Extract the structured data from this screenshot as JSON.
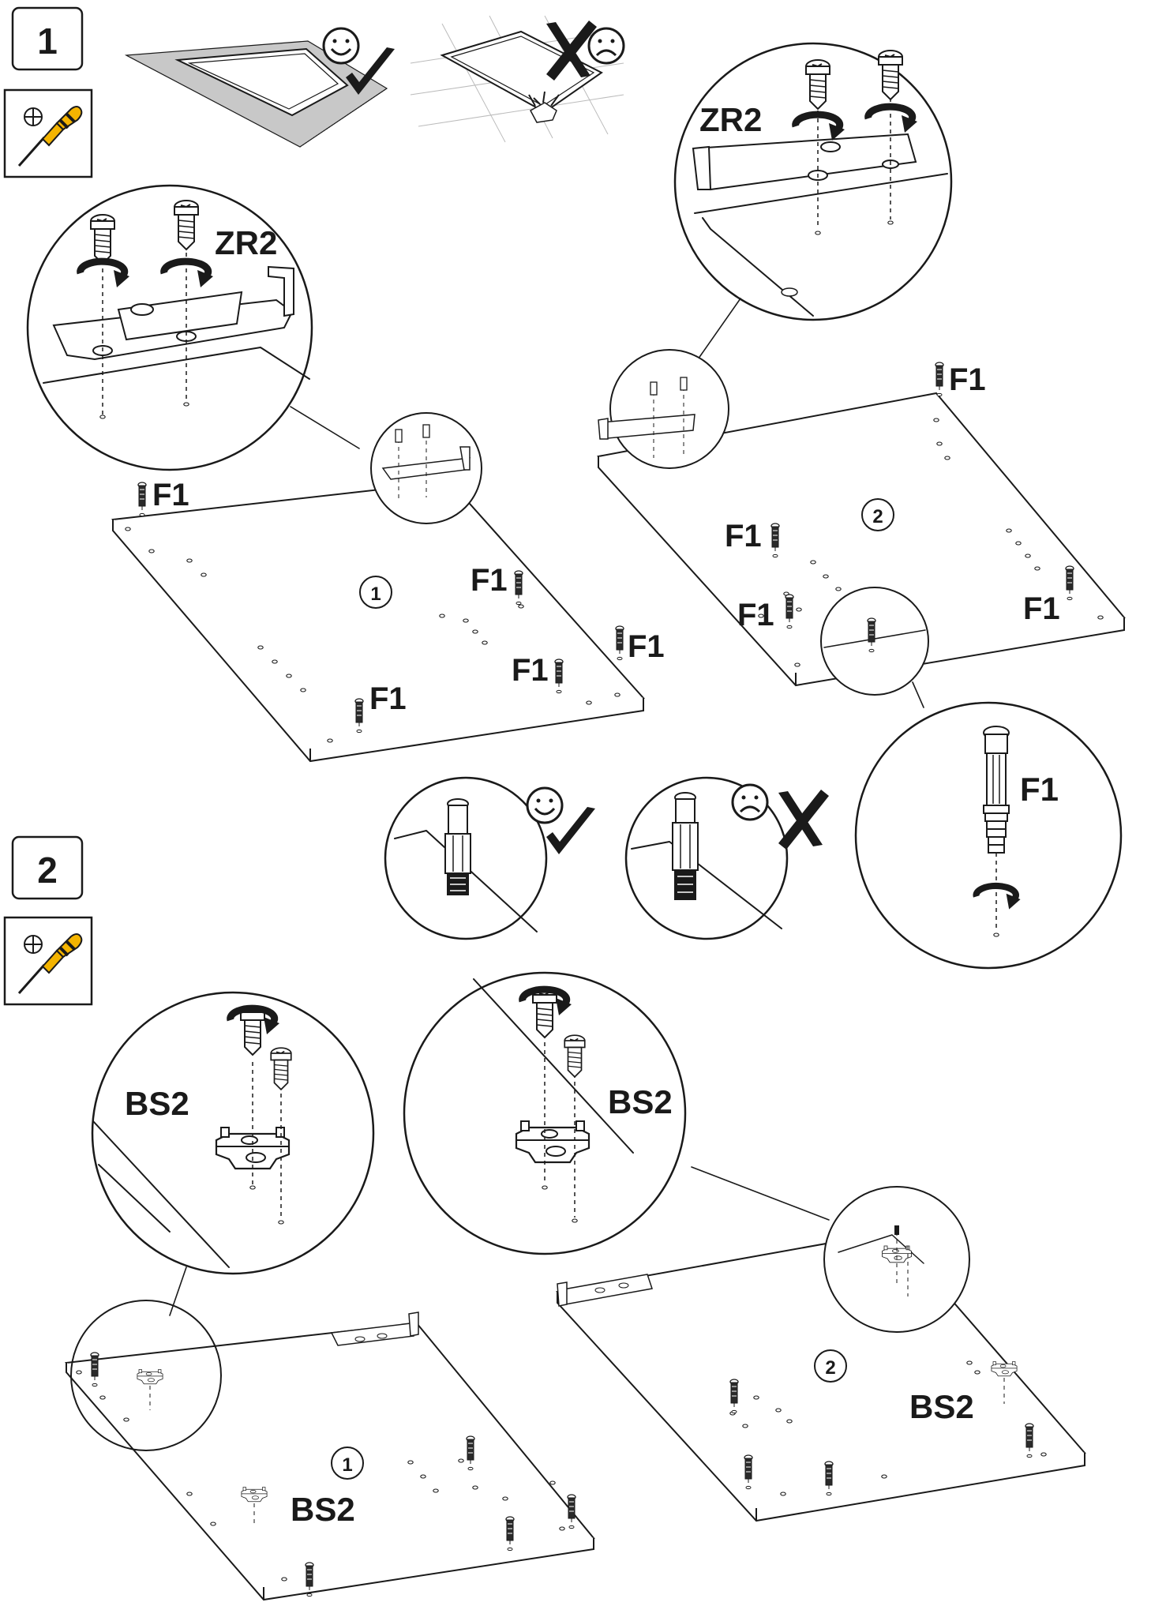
{
  "steps": [
    {
      "number": "1",
      "tool_icon": "phillips-screwdriver-icon"
    },
    {
      "number": "2",
      "tool_icon": "phillips-screwdriver-icon"
    }
  ],
  "parts": {
    "zr2": "ZR2",
    "f1": "F1",
    "bs2": "BS2"
  },
  "panels": {
    "panel_1": "1",
    "panel_2": "2"
  },
  "icons": {
    "correct": "smiley-checkmark-icon",
    "wrong": "frown-x-icon"
  }
}
